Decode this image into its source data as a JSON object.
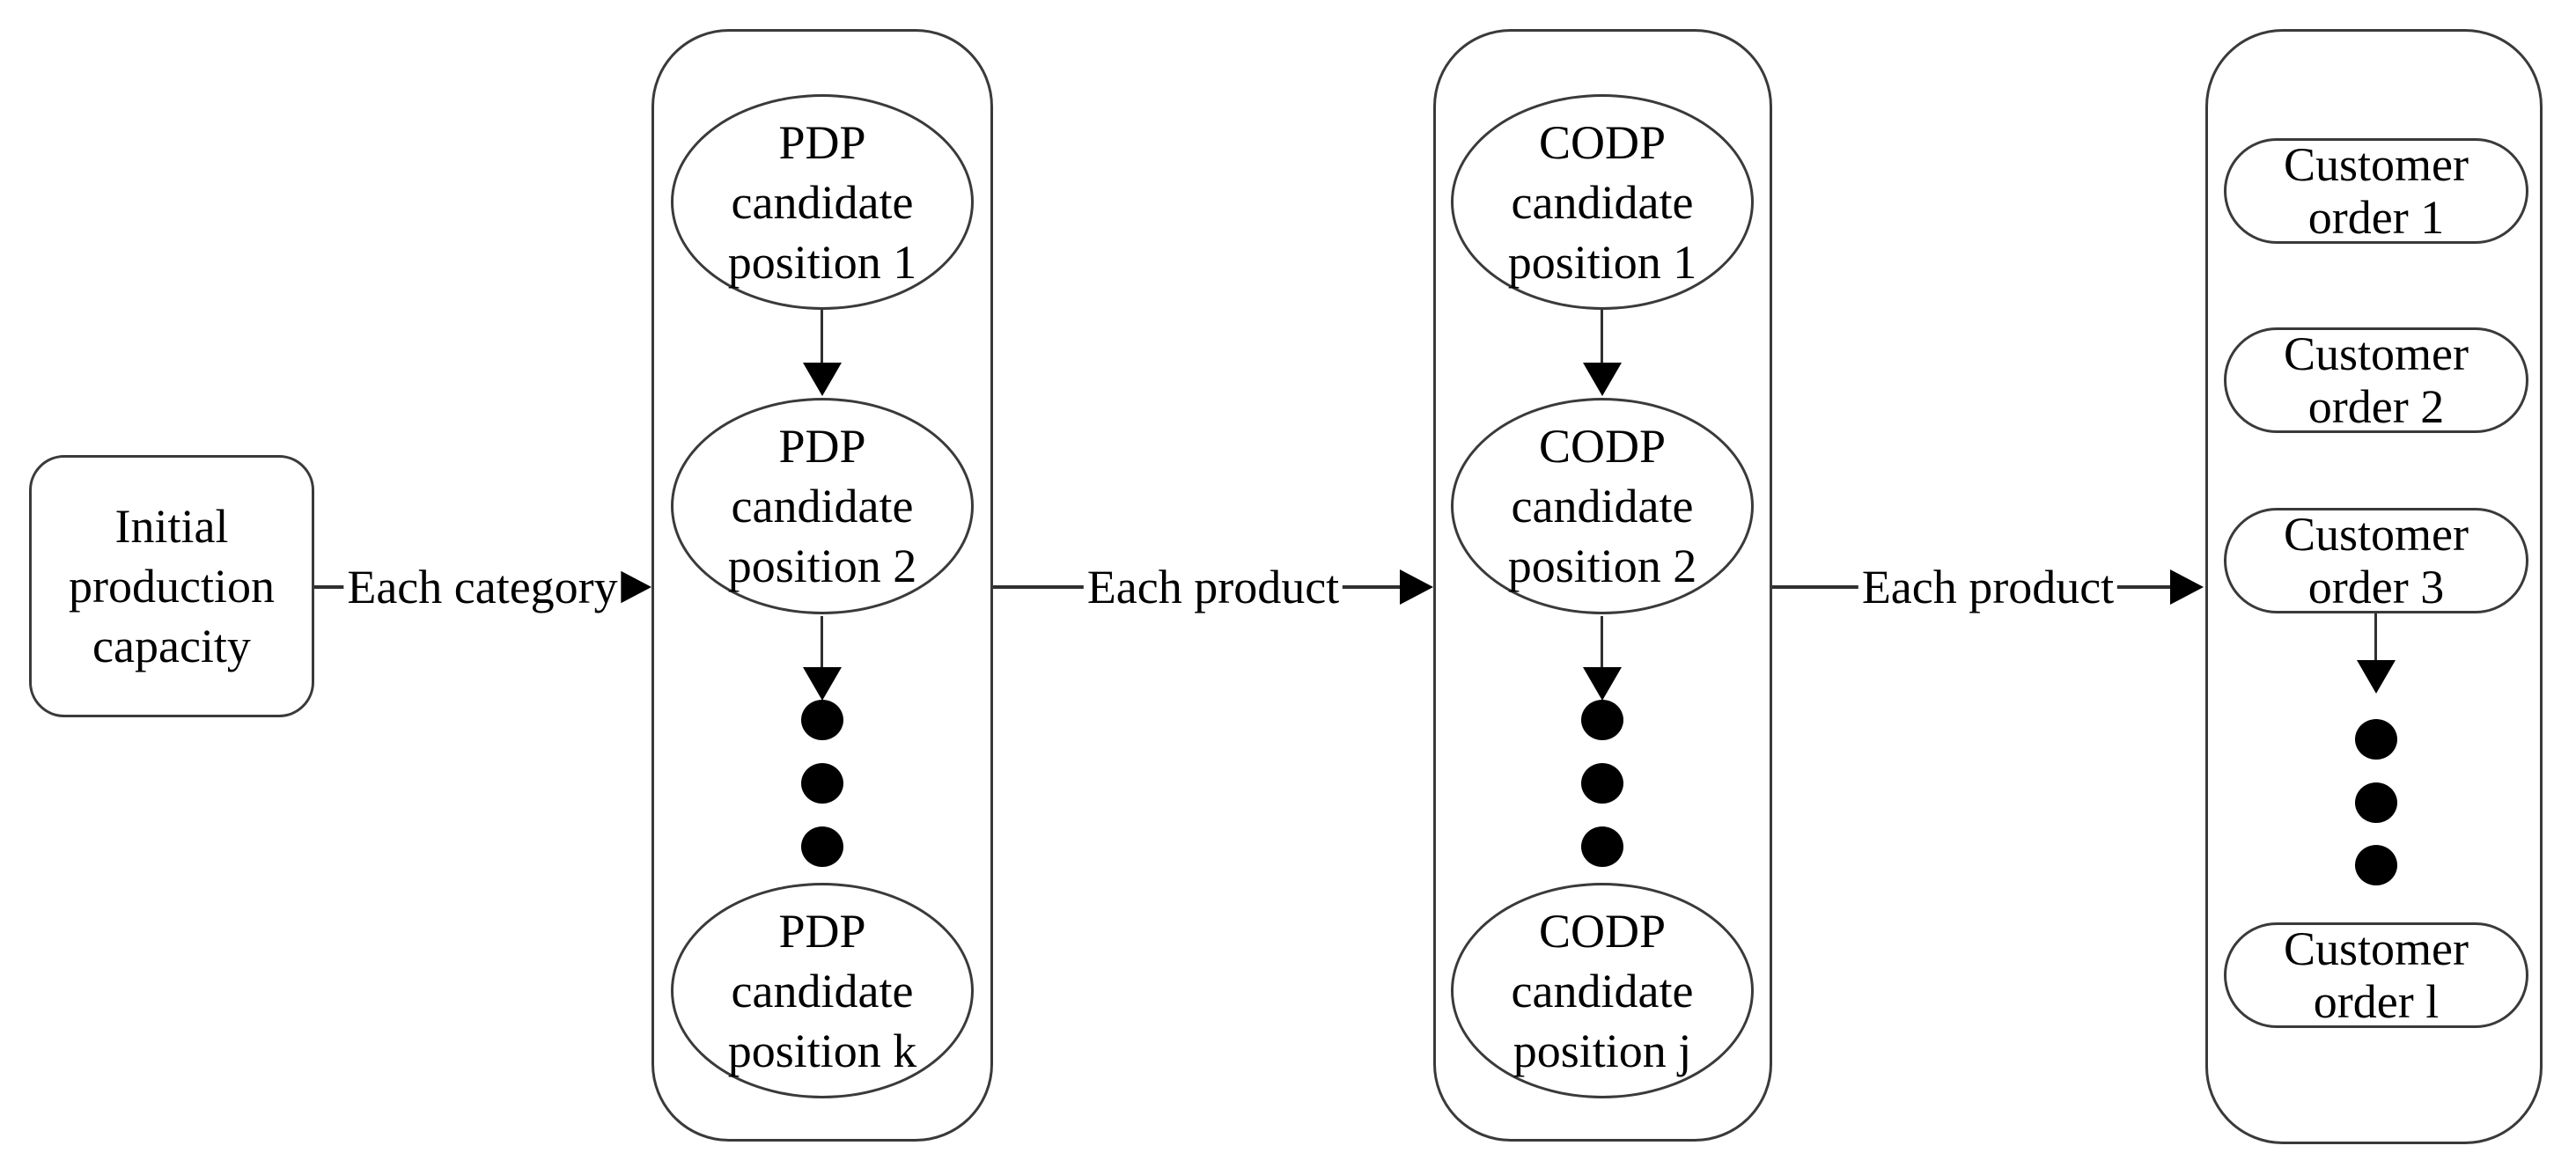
{
  "figure": {
    "initial_box": {
      "lines": [
        "Initial",
        "production",
        "capacity"
      ]
    },
    "flow_arrows": [
      {
        "label": "Each category"
      },
      {
        "label": "Each product"
      },
      {
        "label": "Each product"
      }
    ],
    "pdp": {
      "nodes": [
        {
          "lines": [
            "PDP",
            "candidate",
            "position 1"
          ]
        },
        {
          "lines": [
            "PDP",
            "candidate",
            "position 2"
          ]
        },
        {
          "lines": [
            "PDP",
            "candidate",
            "position k"
          ]
        }
      ]
    },
    "codp": {
      "nodes": [
        {
          "lines": [
            "CODP",
            "candidate",
            "position 1"
          ]
        },
        {
          "lines": [
            "CODP",
            "candidate",
            "position 2"
          ]
        },
        {
          "lines": [
            "CODP",
            "candidate",
            "position j"
          ]
        }
      ]
    },
    "orders": {
      "nodes": [
        {
          "lines": [
            "Customer",
            "order 1"
          ]
        },
        {
          "lines": [
            "Customer",
            "order 2"
          ]
        },
        {
          "lines": [
            "Customer",
            "order 3"
          ]
        },
        {
          "lines": [
            "Customer",
            "order l"
          ]
        }
      ]
    }
  }
}
